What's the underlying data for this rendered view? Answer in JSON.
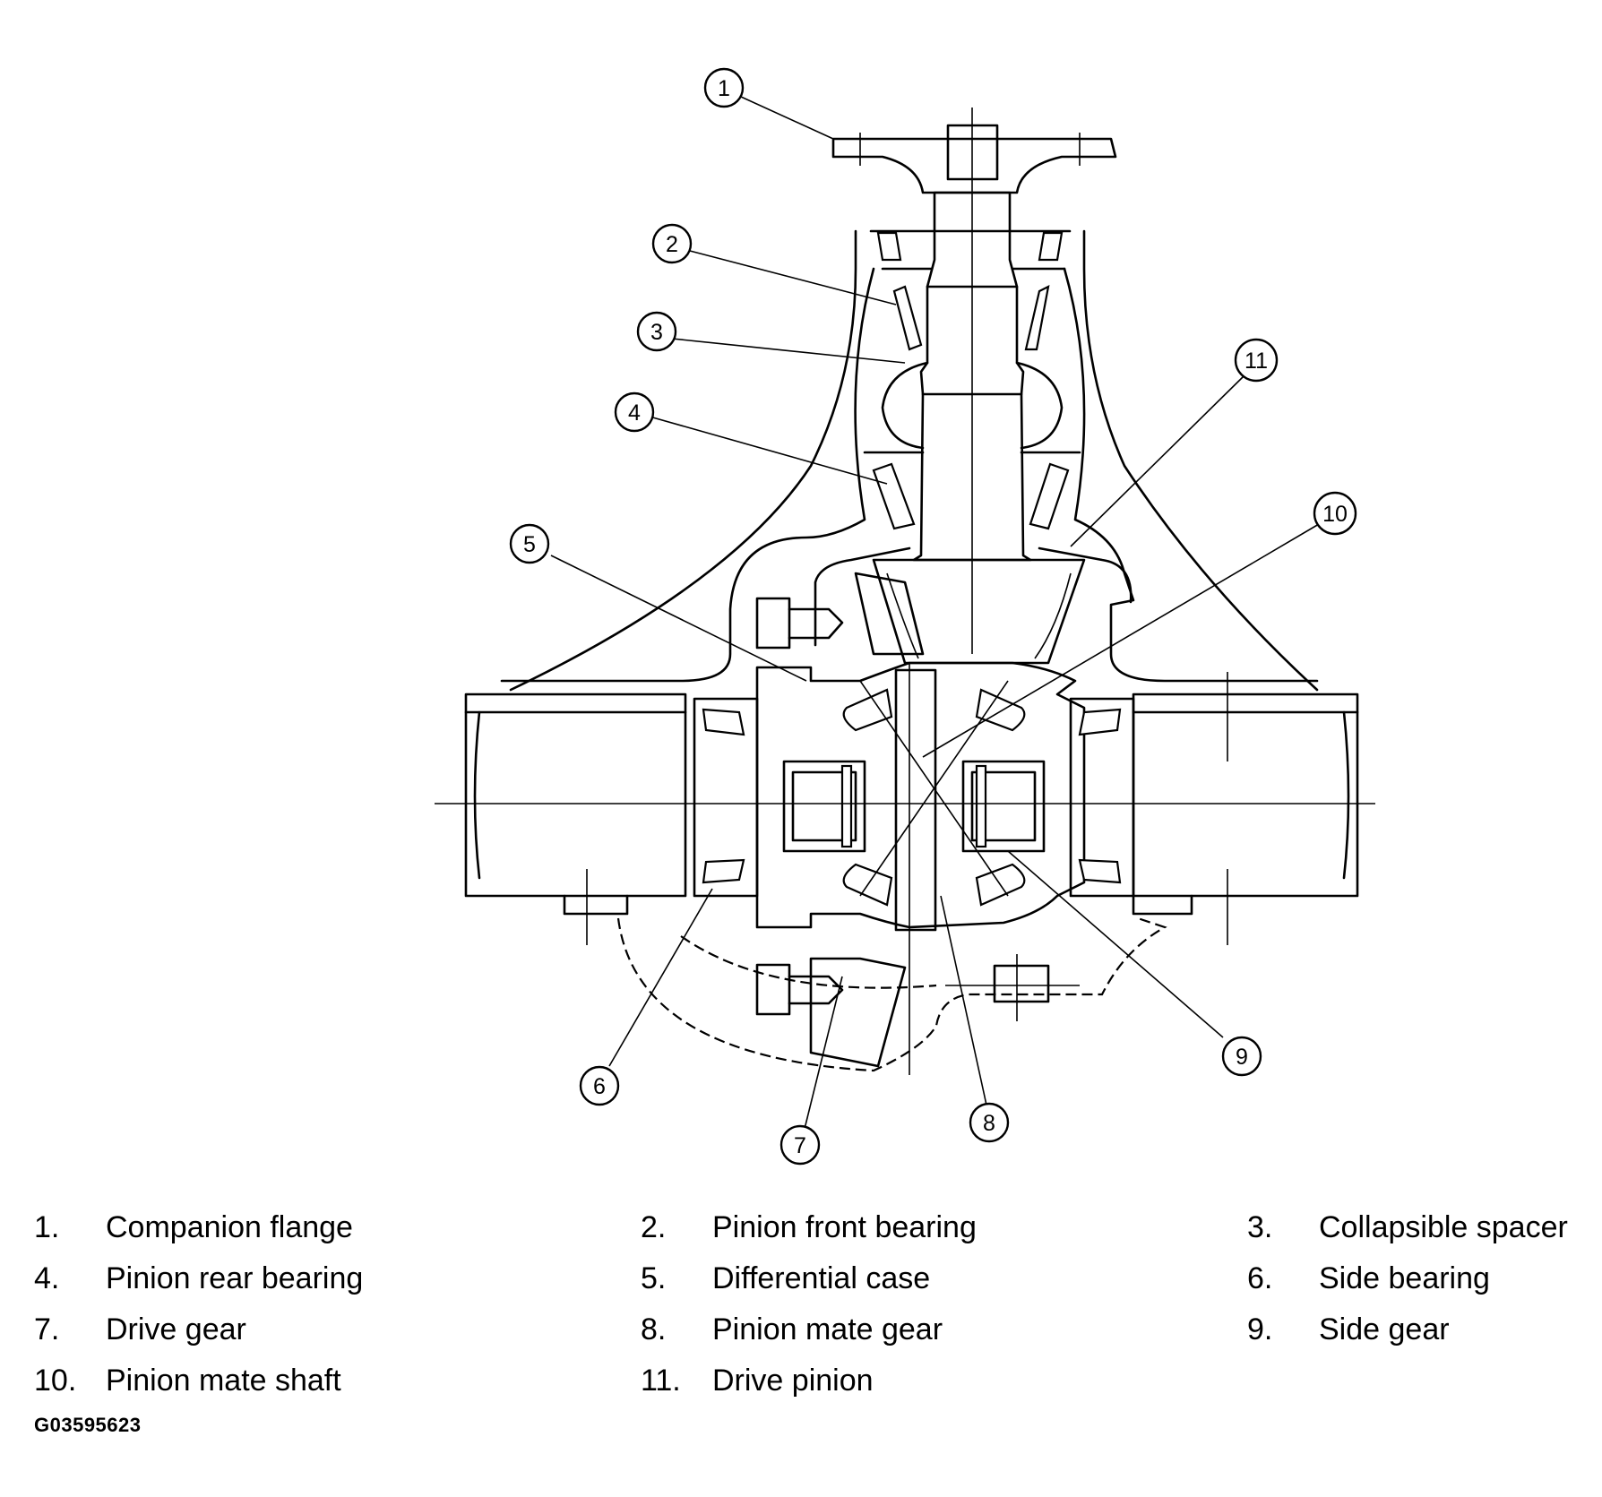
{
  "callouts": [
    {
      "id": "1"
    },
    {
      "id": "2"
    },
    {
      "id": "3"
    },
    {
      "id": "4"
    },
    {
      "id": "5"
    },
    {
      "id": "6"
    },
    {
      "id": "7"
    },
    {
      "id": "8"
    },
    {
      "id": "9"
    },
    {
      "id": "10"
    },
    {
      "id": "11"
    }
  ],
  "legend": [
    {
      "num": "1.",
      "label": "Companion flange"
    },
    {
      "num": "2.",
      "label": "Pinion front bearing"
    },
    {
      "num": "3.",
      "label": "Collapsible spacer"
    },
    {
      "num": "4.",
      "label": "Pinion rear bearing"
    },
    {
      "num": "5.",
      "label": "Differential case"
    },
    {
      "num": "6.",
      "label": "Side bearing"
    },
    {
      "num": "7.",
      "label": "Drive gear"
    },
    {
      "num": "8.",
      "label": "Pinion mate gear"
    },
    {
      "num": "9.",
      "label": "Side gear"
    },
    {
      "num": "10.",
      "label": "Pinion mate shaft"
    },
    {
      "num": "11.",
      "label": "Drive pinion"
    }
  ],
  "figure_id": "G03595623"
}
